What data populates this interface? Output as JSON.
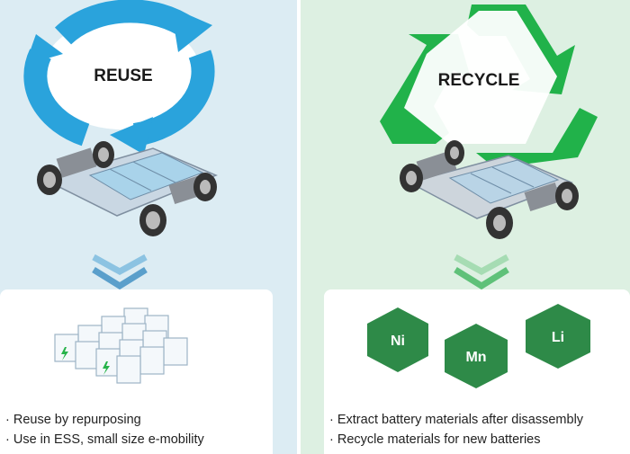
{
  "reuse": {
    "title": "REUSE",
    "bullets": [
      "Reuse by repurposing",
      "Use in ESS, small size e-mobility"
    ],
    "arrow_color": "#2aa3dc",
    "chevron_color": "#6aaed6"
  },
  "recycle": {
    "title": "RECYCLE",
    "bullets": [
      "Extract battery materials after disassembly",
      "Recycle materials for new batteries"
    ],
    "arrow_color": "#21b24a",
    "chevron_color": "#7ccd8f",
    "materials": [
      "Ni",
      "Mn",
      "Li"
    ]
  }
}
